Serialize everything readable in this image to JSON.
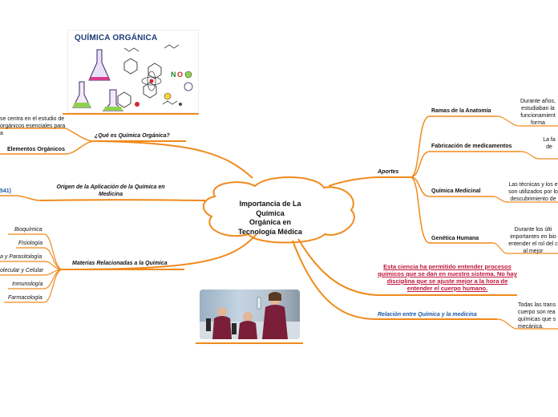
{
  "center": {
    "line1": "Importancia de La Química",
    "line2": "Orgánica en",
    "line3": "Tecnología Médica"
  },
  "left": {
    "que_es": "¿Qué es Química Orgánica?",
    "que_es_text": "se centra en el estudio de orgánicos esenciales para a",
    "elementos": "Elementos Orgánicos",
    "origen": "Origen de la Aplicación de la Química en Medicina",
    "origen_ref": "541)",
    "materias": "Materias Relacionadas a la Química",
    "materias_items": [
      "Bioquímica",
      "Fisiología",
      "a y Parasitología",
      "olecular y Celular",
      "Inmunología",
      "Farmacología"
    ]
  },
  "right": {
    "aportes": "Aportes",
    "ramas": "Ramas de la Anatomía",
    "ramas_text": "Durante años, estudiaban la funcionamient forma",
    "fabricacion": "Fabricación de medicamentos",
    "fabricacion_text": "La fa de",
    "quimica_medicinal": "Química Medicinal",
    "quimica_medicinal_text": "Las técnicas y los e son utilizados por lo descubrimiento de",
    "genetica": "Genética Humana",
    "genetica_text": "Durante los últi importantes en bio entender el rol del c al mejor",
    "esta_ciencia": "Esta ciencia ha permitido entender procesos químicos que se dan en nuestro sistema. No hay disciplina que se ajuste mejor a la hora de entender el cuerpo humano.",
    "relacion": "Relación entre Química y la medicina",
    "relacion_text": "Todas las trans cuerpo son rea químicas que s mecánica."
  },
  "image_title": "QUÍMICA ORGÁNICA",
  "colors": {
    "branch": "#f08a1c",
    "center_border": "#f08a1c",
    "red_text": "#c0143c",
    "blue_text": "#1a5aa6"
  }
}
